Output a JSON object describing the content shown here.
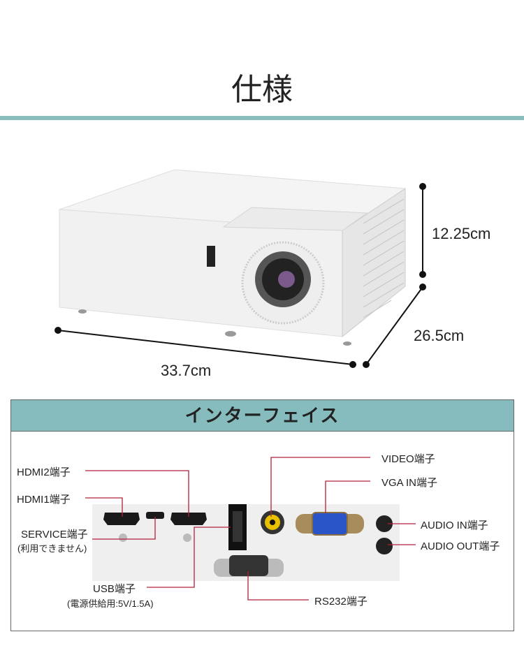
{
  "title": "仕様",
  "dimensions": {
    "height": "12.25cm",
    "depth": "26.5cm",
    "width": "33.7cm"
  },
  "interface": {
    "heading": "インターフェイス",
    "ports": {
      "hdmi2": "HDMI2端子",
      "hdmi1": "HDMI1端子",
      "service": "SERVICE端子",
      "service_note": "(利用できません)",
      "usb": "USB端子",
      "usb_note": "(電源供給用:5V/1.5A)",
      "video": "VIDEO端子",
      "vga": "VGA IN端子",
      "audio_in": "AUDIO IN端子",
      "audio_out": "AUDIO OUT端子",
      "rs232": "RS232端子"
    }
  },
  "colors": {
    "accent": "#8abdbd",
    "leader": "#b0213a"
  }
}
